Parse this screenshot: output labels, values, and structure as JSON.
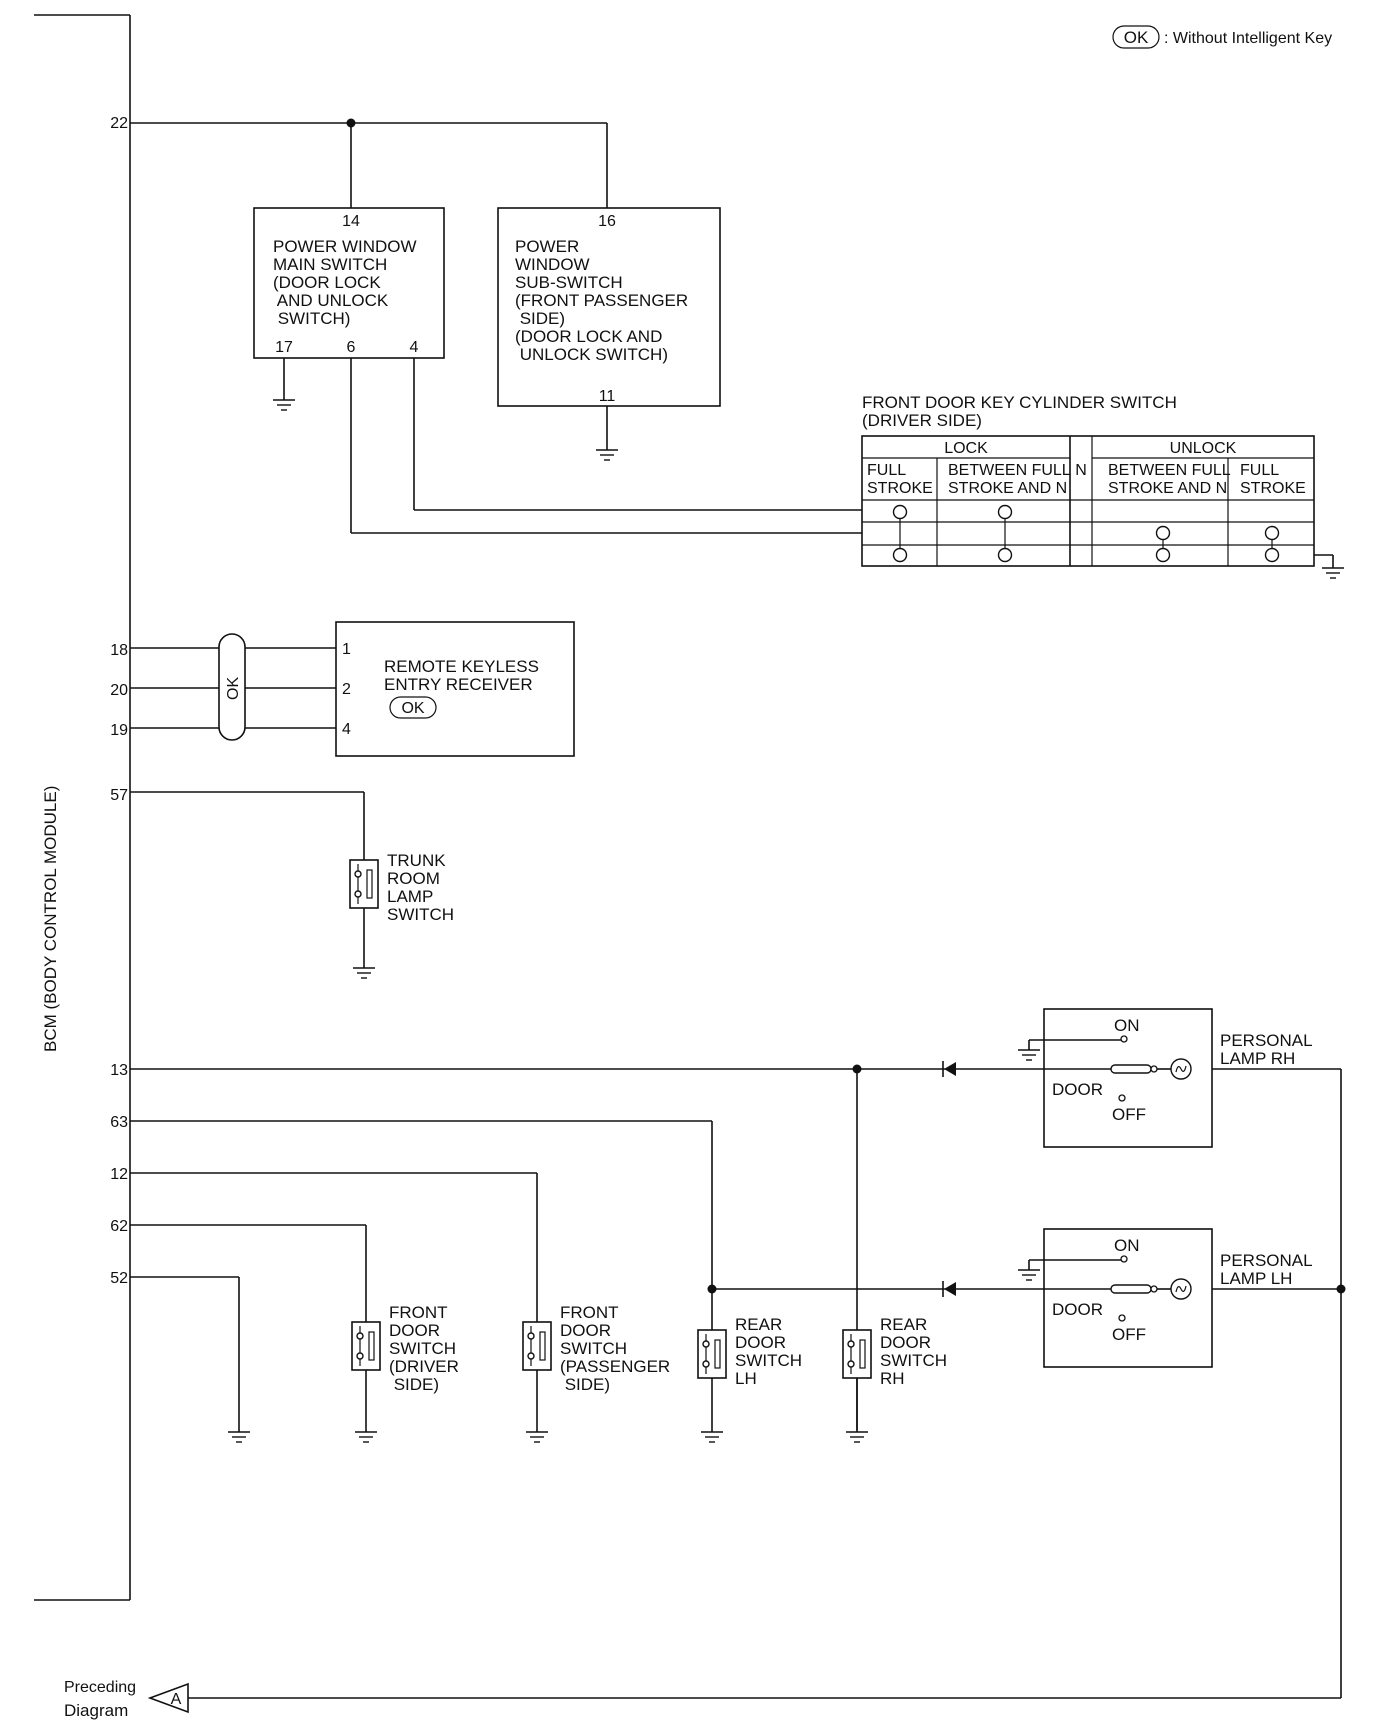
{
  "legend": {
    "badge": "OK",
    "text": ": Without Intelligent Key"
  },
  "bcm": {
    "label": "BCM (BODY CONTROL MODULE)",
    "pins": {
      "p22": "22",
      "p18": "18",
      "p20": "20",
      "p19": "19",
      "p57": "57",
      "p13": "13",
      "p63": "63",
      "p12": "12",
      "p62": "62",
      "p52": "52"
    }
  },
  "main_switch": {
    "lines": [
      "POWER WINDOW",
      "MAIN SWITCH",
      "(DOOR LOCK",
      " AND UNLOCK",
      " SWITCH)"
    ],
    "pin_top": "14",
    "pin_a": "17",
    "pin_b": "6",
    "pin_c": "4"
  },
  "sub_switch": {
    "lines": [
      "POWER",
      "WINDOW",
      "SUB-SWITCH",
      "(FRONT PASSENGER",
      " SIDE)",
      "(DOOR LOCK AND",
      " UNLOCK SWITCH)"
    ],
    "pin_top": "16",
    "pin_bottom": "11"
  },
  "key_cylinder": {
    "title1": "FRONT DOOR KEY CYLINDER SWITCH",
    "title2": "(DRIVER SIDE)",
    "lock": "LOCK",
    "unlock": "UNLOCK",
    "n": "N",
    "full1": "FULL",
    "full2": "STROKE",
    "between1": "BETWEEN FULL",
    "between2": "STROKE AND N"
  },
  "rke": {
    "line1": "REMOTE KEYLESS",
    "line2": "ENTRY RECEIVER",
    "badge": "OK",
    "bundle": "OK",
    "pin1": "1",
    "pin2": "2",
    "pin4": "4"
  },
  "trunk": {
    "lines": [
      "TRUNK",
      "ROOM",
      "LAMP",
      "SWITCH"
    ]
  },
  "lamp_rh": {
    "title1": "PERSONAL",
    "title2": "LAMP RH",
    "on": "ON",
    "door": "DOOR",
    "off": "OFF"
  },
  "lamp_lh": {
    "title1": "PERSONAL",
    "title2": "LAMP LH",
    "on": "ON",
    "door": "DOOR",
    "off": "OFF"
  },
  "door_switches": {
    "front_driver": [
      "FRONT",
      "DOOR",
      "SWITCH",
      "(DRIVER",
      " SIDE)"
    ],
    "front_pass": [
      "FRONT",
      "DOOR",
      "SWITCH",
      "(PASSENGER",
      " SIDE)"
    ],
    "rear_lh": [
      "REAR",
      "DOOR",
      "SWITCH",
      "LH"
    ],
    "rear_rh": [
      "REAR",
      "DOOR",
      "SWITCH",
      "RH"
    ]
  },
  "connector": {
    "line1": "Preceding",
    "line2": "Diagram",
    "letter": "A"
  }
}
